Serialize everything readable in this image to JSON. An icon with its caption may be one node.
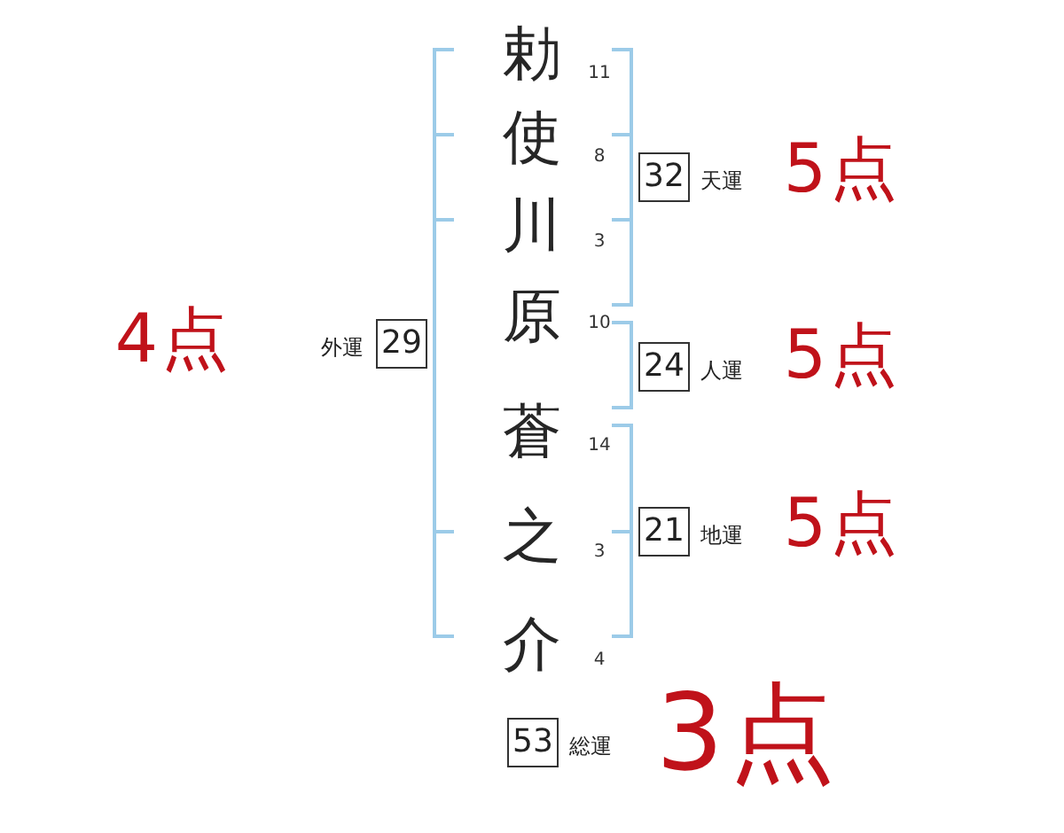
{
  "diagram": {
    "nodes": [
      {
        "text": [
          "32"
        ],
        "beside": [
          "天運"
        ]
      },
      {
        "text": [
          "29"
        ],
        "beside": [
          "外運"
        ]
      },
      {
        "text": [
          "24"
        ],
        "beside": [
          "人運"
        ]
      },
      {
        "text": [
          "21"
        ],
        "beside": [
          "地運"
        ]
      },
      {
        "text": [
          "53"
        ],
        "beside": [
          "総運"
        ]
      }
    ],
    "labels": [
      "勅",
      "11",
      "使",
      "8",
      "5点",
      "川",
      "3",
      "原",
      "10",
      "4点",
      "5点",
      "蒼",
      "14",
      "之",
      "3",
      "5点",
      "介",
      "4",
      "3点"
    ]
  }
}
